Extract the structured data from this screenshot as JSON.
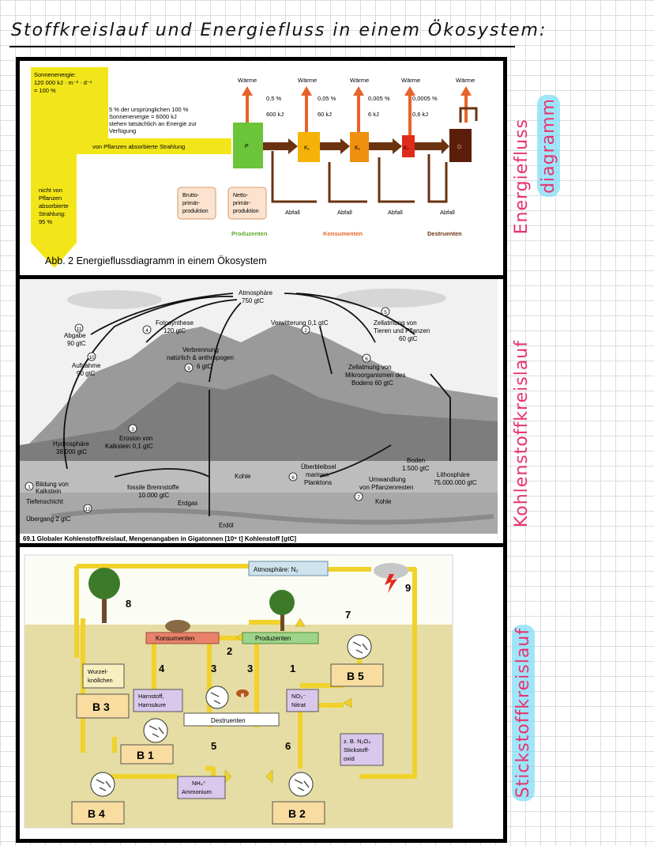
{
  "page": {
    "title": "Stoffkreislauf und Energiefluss in einem Ökosystem:",
    "side_label_1a": "Energiefluss",
    "side_label_1b": "diagramm",
    "side_label_2": "Kohlenstoffkreislauf",
    "side_label_3": "Stickstoffkreislauf",
    "colors": {
      "accent_pink": "#e8336f",
      "highlight_blue": "#78dcf5"
    }
  },
  "energy": {
    "sun_l1": "Sonnenenergie:",
    "sun_l2": "120 000 kJ · m⁻² · d⁻¹",
    "sun_l3": "= 100 %",
    "note_l1": "5 % der ursprünglichen 100 %",
    "note_l2": "Sonnenenergie = 6000 kJ",
    "note_l3": "stehen tatsächlich an Energie zur",
    "note_l4": "Verfügung",
    "absorbed": "von Pflanzen absorbierte Strahlung",
    "not_absorbed_l1": "nicht von",
    "not_absorbed_l2": "Pflanzen",
    "not_absorbed_l3": "absorbierte",
    "not_absorbed_l4": "Strahlung:",
    "not_absorbed_l5": "95 %",
    "heat": [
      "Wärme",
      "Wärme",
      "Wärme",
      "Wärme",
      "Wärme"
    ],
    "pct": [
      "0,5 %",
      "0,05 %",
      "0,005 %",
      "0,0005 %"
    ],
    "kj": [
      "600 kJ",
      "60 kJ",
      "6 kJ",
      "0,6 kJ"
    ],
    "boxes": [
      "P",
      "K₁",
      "K₂",
      "K₃",
      "D"
    ],
    "brutto": [
      "Brutto-",
      "primär-",
      "produktion"
    ],
    "netto": [
      "Netto-",
      "primär-",
      "produktion"
    ],
    "waste": [
      "Abfall",
      "Abfall",
      "Abfall",
      "Abfall"
    ],
    "producers": "Produzenten",
    "consumers": "Konsumenten",
    "decomposers": "Destruenten",
    "caption": "Abb. 2 Energieflussdiagramm in einem Ökosystem"
  },
  "carbon": {
    "atmos_l1": "Atmosphäre",
    "atmos_l2": "750 gtC",
    "photo_l1": "Fotosynthese",
    "photo_l2": "120 gtC",
    "verwitterung": "Verwitterung 0,1 gtC",
    "zellatmung_l1": "Zellatmung von",
    "zellatmung_l2": "Tieren und Pflanzen",
    "zellatmung_l3": "60 gtC",
    "abgabe_l1": "Abgabe",
    "abgabe_l2": "90 gtC",
    "aufnahme_l1": "Aufnahme",
    "aufnahme_l2": "90 gtC",
    "verbrennung_l1": "Verbrennung",
    "verbrennung_l2": "natürlich & anthropogen",
    "verbrennung_l3": "6 gtC",
    "zellmikro_l1": "Zellatmung von",
    "zellmikro_l2": "Mikroorganismen des",
    "zellmikro_l3": "Bodens 60 gtC",
    "hydro_l1": "Hydrosphäre",
    "hydro_l2": "38.000 gtC",
    "erosion_l1": "Erosion von",
    "erosion_l2": "Kalkstein 0,1 gtC",
    "boden_l1": "Boden",
    "boden_l2": "1.500 gtC",
    "litho_l1": "Lithosphäre",
    "litho_l2": "75.000.000 gtC",
    "bildung_l1": "Bildung von",
    "bildung_l2": "Kalkstein",
    "fossil_l1": "fossile Brennstoffe",
    "fossil_l2": "10.000 gtC",
    "kohle1": "Kohle",
    "kohle2": "Kohle",
    "erdgas": "Erdgas",
    "erdoel": "Erdöl",
    "ueber_l1": "Überbleibsel",
    "ueber_l2": "marinen",
    "ueber_l3": "Planktons",
    "umwandlung_l1": "Umwandlung",
    "umwandlung_l2": "von Pflanzenresten",
    "tiefen": "Tiefenschicht",
    "uebergang": "Übergang 2 gtC",
    "nums": [
      "1",
      "2",
      "3",
      "4",
      "5",
      "6",
      "7",
      "8",
      "9",
      "10",
      "11",
      "12"
    ],
    "caption": "69.1  Globaler Kohlenstoffkreislauf, Mengenangaben in Gigatonnen [10⁹ t] Kohlenstoff [gtC]"
  },
  "nitrogen": {
    "atmos": "Atmosphäre: N₂",
    "konsumenten": "Konsumenten",
    "produzenten": "Produzenten",
    "wurzel_l1": "Wurzel-",
    "wurzel_l2": "knöllchen",
    "harn_l1": "Harnstoff,",
    "harn_l2": "Harnsäure",
    "destruenten": "Destruenten",
    "no3_l1": "NO₃⁻",
    "no3_l2": "Nitrat",
    "nh4_l1": "NH₄⁺",
    "nh4_l2": "Ammonium",
    "n2o_l1": "z. B. N₂O₄",
    "n2o_l2": "Stickstoff-",
    "n2o_l3": "oxid",
    "b": [
      "B 3",
      "B 1",
      "B 4",
      "B 2",
      "B 5"
    ],
    "nums": [
      "8",
      "9",
      "7",
      "2",
      "4",
      "3",
      "3",
      "1",
      "5",
      "6"
    ]
  }
}
